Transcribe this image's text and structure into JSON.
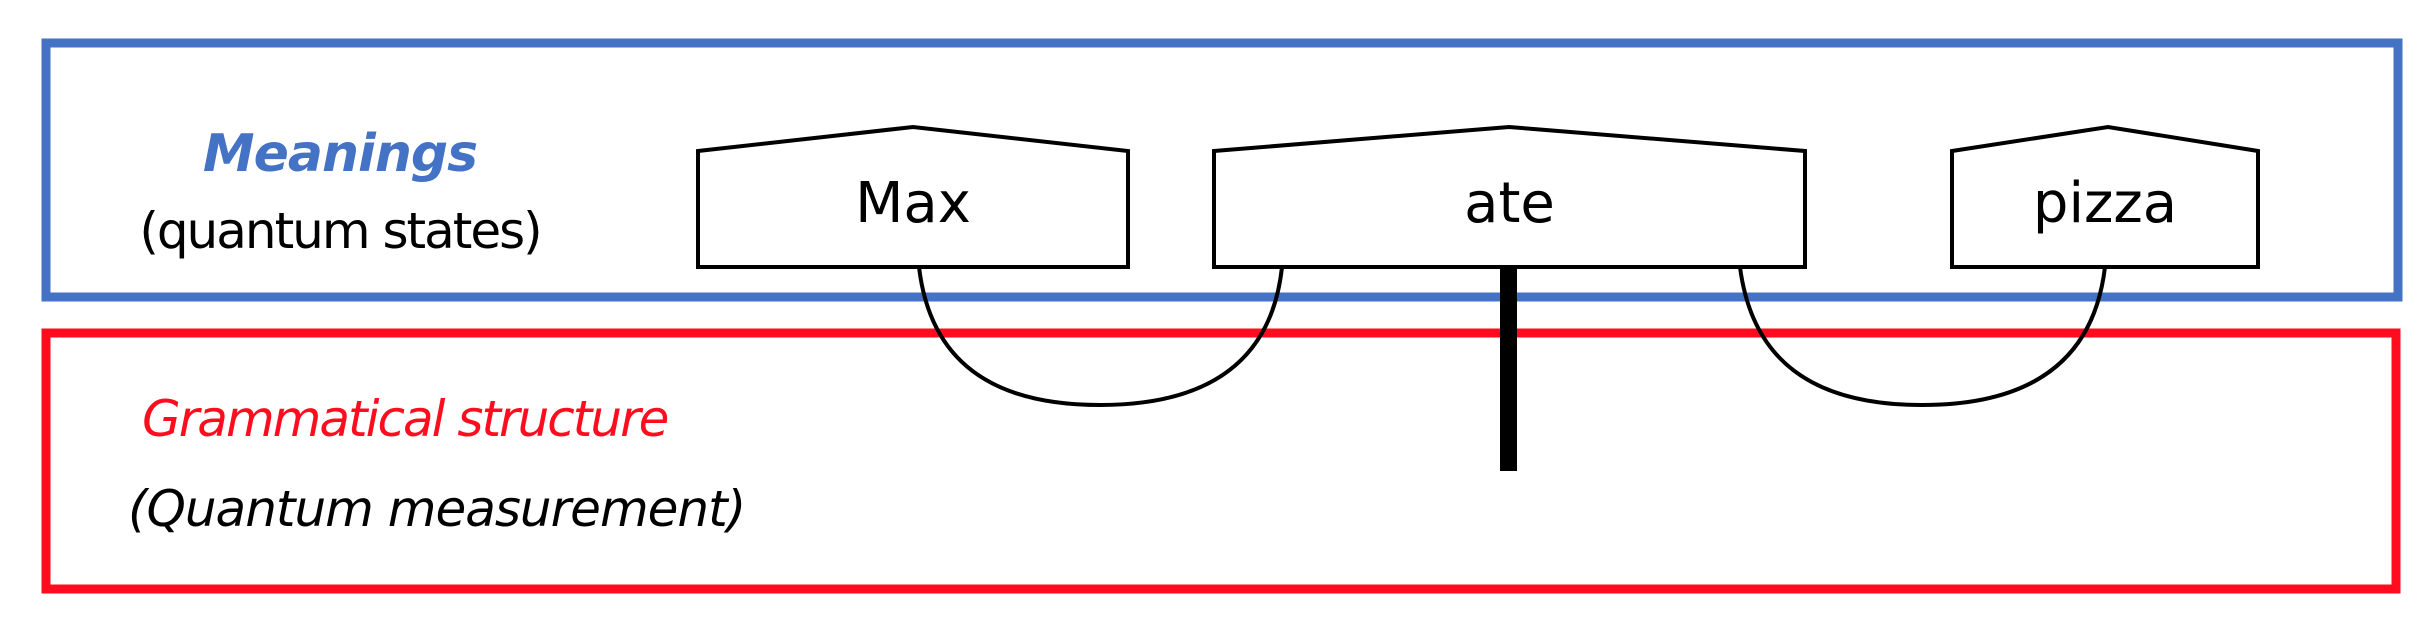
{
  "diagram": {
    "top_panel": {
      "title": "Meanings",
      "subtitle": "(quantum states)",
      "border_color": "#4472C4"
    },
    "bottom_panel": {
      "title": "Grammatical structure",
      "subtitle": "(Quantum measurement)",
      "border_color": "#FF0D1F"
    },
    "words": [
      {
        "label": "Max"
      },
      {
        "label": "ate"
      },
      {
        "label": "pizza"
      }
    ],
    "connections": [
      {
        "from": "Max",
        "to": "ate",
        "type": "cup"
      },
      {
        "from": "ate",
        "to": "pizza",
        "type": "cup"
      },
      {
        "from": "ate",
        "type": "open-wire"
      }
    ]
  }
}
